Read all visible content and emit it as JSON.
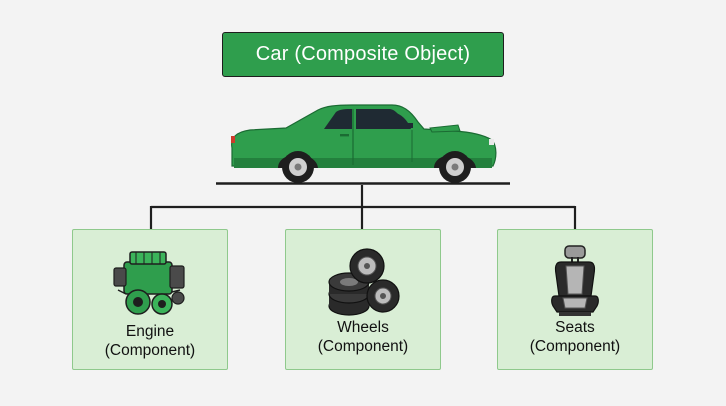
{
  "title": "Car (Composite Object)",
  "colors": {
    "accent": "#2f9e4d",
    "card_fill": "#d9eed5",
    "card_border": "#8fc98c",
    "connector": "#1e1e1e"
  },
  "components": [
    {
      "name": "Engine",
      "role": "(Component)",
      "icon": "engine-icon"
    },
    {
      "name": "Wheels",
      "role": "(Component)",
      "icon": "tires-icon"
    },
    {
      "name": "Seats",
      "role": "(Component)",
      "icon": "car-seat-icon"
    }
  ]
}
